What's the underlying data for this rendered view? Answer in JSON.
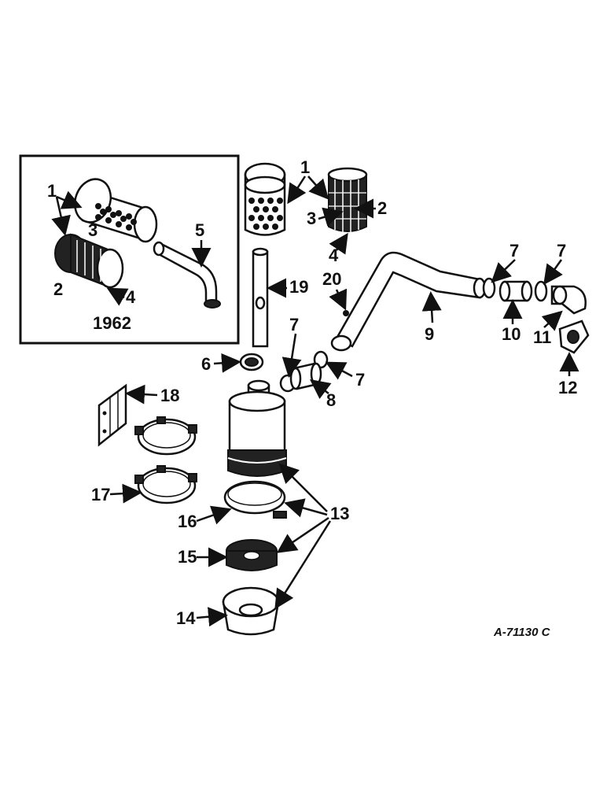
{
  "callouts": {
    "n1": "1",
    "n2": "2",
    "n3": "3",
    "n4": "4",
    "n5": "5",
    "n6": "6",
    "n7": "7",
    "n8": "8",
    "n9": "9",
    "n10": "10",
    "n11": "11",
    "n12": "12",
    "n13": "13",
    "n14": "14",
    "n15": "15",
    "n16": "16",
    "n17": "17",
    "n18": "18",
    "n19": "19",
    "n20": "20"
  },
  "inset_year": "1962",
  "drawing_number": "A-71130 C",
  "colors": {
    "ink": "#111111",
    "paper": "#ffffff"
  }
}
